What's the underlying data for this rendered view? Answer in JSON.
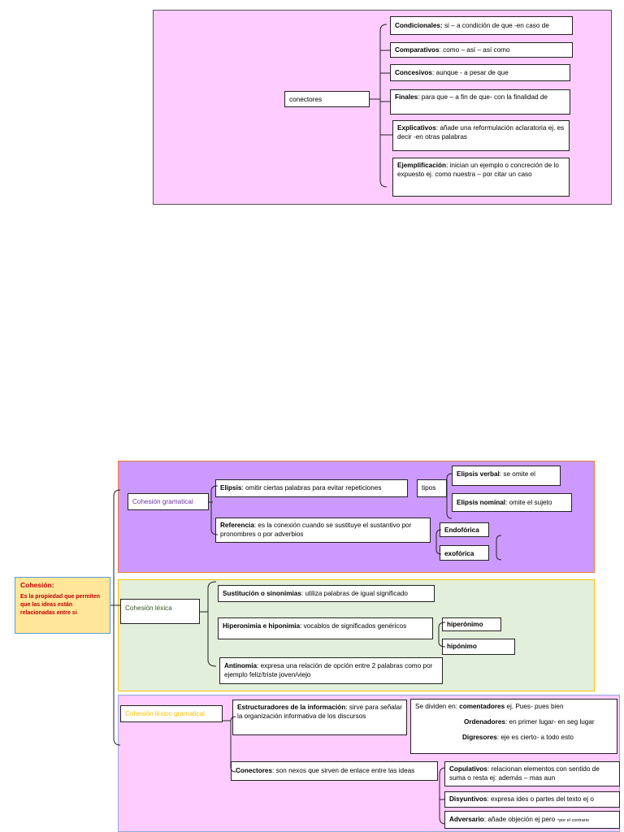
{
  "top": {
    "root_label": "conectores",
    "items": [
      {
        "term": "Condicionales:",
        "text": "  si – a condición de que -en caso de"
      },
      {
        "term": "Comparativos",
        "text": ": como – así – así como"
      },
      {
        "term": "Concesivos",
        "text": ": aunque - a pesar de que"
      },
      {
        "term": "Finales",
        "text": ": para que – a fin de que- con la finalidad de"
      },
      {
        "term": "Explicativos",
        "text": ": añade una reformulación aclaratoria ej. es decir -en otras palabras"
      },
      {
        "term": "Ejemplificación",
        "text": ": inician un ejemplo o concreción de lo expuesto ej. como nuestra – por citar un caso"
      }
    ]
  },
  "bottom": {
    "root": {
      "title": "Cohesión:",
      "desc": "Es la propiedad que permiten que las ideas están relacionadas entre si"
    },
    "gramatical": {
      "label": "Cohesión gramatical",
      "elipsis_term": "Elipsis",
      "elipsis_text": ": omitir ciertas palabras para evitar repeticiones",
      "tipos": "tipos",
      "elipsis_verbal_term": "Elipsis verbal",
      "elipsis_verbal_text": ": se omite el",
      "elipsis_nominal_term": "Elipsis nominal",
      "elipsis_nominal_text": ": omite el sujeto",
      "referencia_term": "Referencia",
      "referencia_text": ": es la conexión cuando se sustituye el sustantivo por pronombres o por adverbios",
      "endoforica": "Endofórica",
      "exoforica": "exofórica"
    },
    "lexica": {
      "label": "Cohesión léxica",
      "sustitucion_term": "Sustitución o sinonimias",
      "sustitucion_text": ": utiliza palabras de igual significado",
      "hiper_term": "Hiperonimia e hiponimia",
      "hiper_text": ": vocablos de significados genéricos",
      "hiperonimo": "hiperónimo",
      "hiponimo": "hipónimo",
      "antonimia_term": "Antinomia",
      "antonimia_text": ": expresa una relación de opción entre 2 palabras como por ejemplo feliz/triste joven/viejo"
    },
    "lexico_gramatical": {
      "label": "Cohesión léxico gramatical",
      "estruct_term": "Estructuradores de la información",
      "estruct_text": ": sirve para señalar la organización informativa de los discursos",
      "dividen_prefix": "Se dividen en: ",
      "comentadores_term": "comentadores",
      "comentadores_text": " ej. Pues- pues bien",
      "ordenadores_term": "Ordenadores",
      "ordenadores_text": ": en primer lugar- en seg lugar",
      "digresores_term": "Digresores",
      "digresores_text": ": eje es cierto- a todo esto",
      "conectores_term": "Conectores",
      "conectores_text": ": son nexos que sirven de enlace entre las ideas",
      "copulativos_term": "Copulativos",
      "copulativos_text": ": relacionan elementos con sentido de suma o resta ej: además – mas aun",
      "disyuntivos_term": "Disyuntivos",
      "disyuntivos_text": ": expresa ides o partes del texto ej o",
      "adversario_term": "Adversario",
      "adversario_text": ": añade objeción ej pero -",
      "adversario_small": "por el contrario"
    }
  },
  "colors": {
    "top_panel": "#ffccff",
    "gramatical_panel": "#cc99ff",
    "lexica_panel": "#e2efda",
    "lexico_gramatical_panel": "#ffccff",
    "root_box": "#ffe699",
    "root_text": "#c00000",
    "gramatical_text": "#7030a0",
    "lexica_text": "#375623",
    "lexico_gramatical_text": "#ffc000"
  }
}
